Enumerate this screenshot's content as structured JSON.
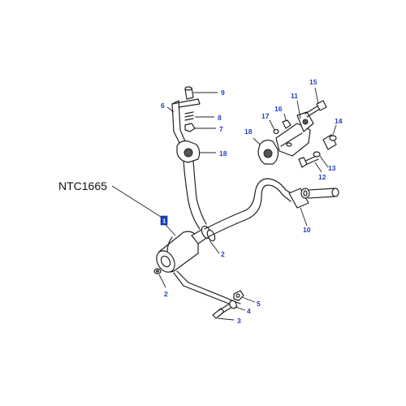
{
  "part_number_label": "NTC1665",
  "highlight_callout": "1",
  "callouts": {
    "c2a": "2",
    "c2b": "2",
    "c3": "3",
    "c4": "4",
    "c5": "5",
    "c6": "6",
    "c7": "7",
    "c8": "8",
    "c9": "9",
    "c10": "10",
    "c11": "11",
    "c12": "12",
    "c13": "13",
    "c14": "14",
    "c15": "15",
    "c16": "16",
    "c17": "17",
    "c18a": "18",
    "c18b": "18"
  },
  "colors": {
    "callout": "#1f3fbf",
    "line": "#222222"
  }
}
